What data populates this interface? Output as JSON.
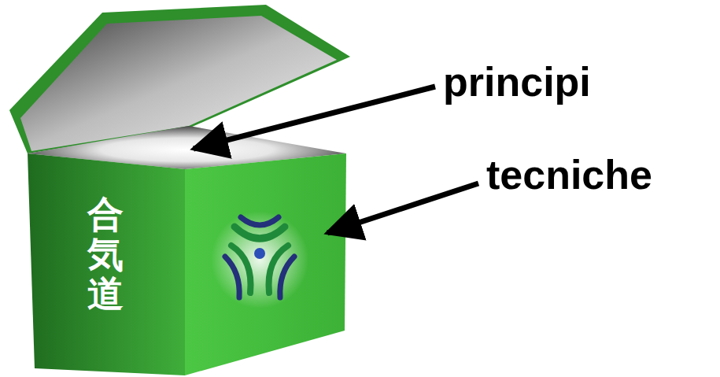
{
  "diagram": {
    "nodes": [
      {
        "text": [
          "合気道"
        ]
      }
    ],
    "labels": [
      "principi",
      "tecniche"
    ]
  }
}
